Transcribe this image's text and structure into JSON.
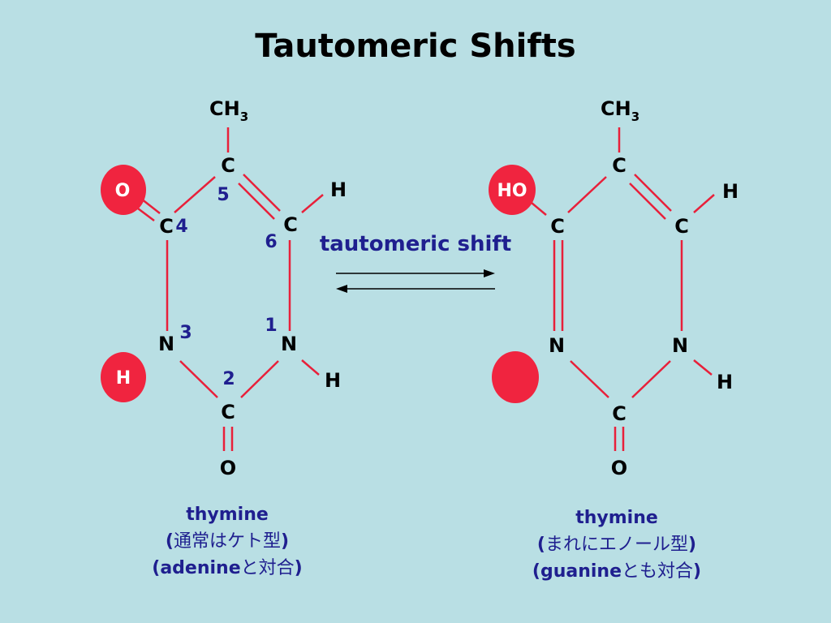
{
  "slide": {
    "title": "Tautomeric Shifts",
    "shift_label": "tautomeric shift"
  },
  "colors": {
    "background": "#b9dfe4",
    "bond": "#e8203a",
    "highlight": "#f0243f",
    "label_blue": "#1f1f8f"
  },
  "keto": {
    "ch3": "CH",
    "ch3_sub": "3",
    "c5": "C",
    "c4": "C",
    "c6": "C",
    "n3": "N",
    "n1": "N",
    "c2": "C",
    "o_top": "O",
    "o_bottom": "O",
    "h_n3": "H",
    "h_c6": "H",
    "h_n1": "H",
    "num4": "4",
    "num5": "5",
    "num6": "6",
    "num3": "3",
    "num1": "1",
    "num2": "2",
    "caption": {
      "line1": "thymine",
      "line2_open": "(",
      "line2_jp": "通常はケト型",
      "line2_close": ")",
      "line3_open": "(",
      "line3_en": "adenine",
      "line3_jp": "と対合",
      "line3_close": ")"
    }
  },
  "enol": {
    "ch3": "CH",
    "ch3_sub": "3",
    "c5": "C",
    "c4": "C",
    "c6": "C",
    "n3": "N",
    "n1": "N",
    "c2": "C",
    "ho": "HO",
    "o_bottom": "O",
    "h_c6": "H",
    "h_n1": "H",
    "caption": {
      "line1": "thymine",
      "line2_open": "(",
      "line2_jp": "まれにエノール型",
      "line2_close": ")",
      "line3_open": "(",
      "line3_en": "guanine",
      "line3_jp": "とも対合",
      "line3_close": ")"
    }
  }
}
